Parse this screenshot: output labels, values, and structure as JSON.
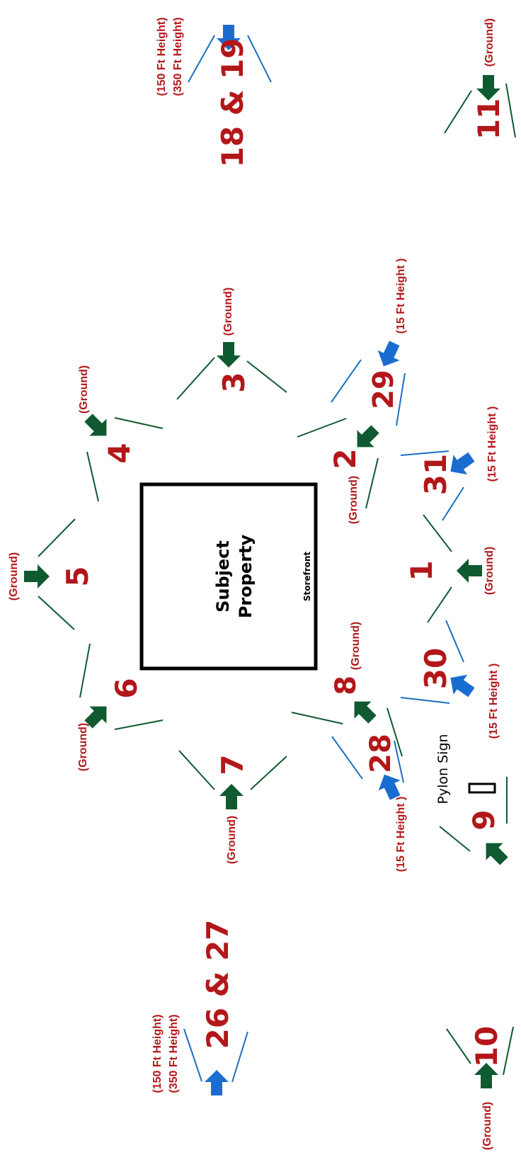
{
  "property": {
    "title_line1": "Subject",
    "title_line2": "Property",
    "storefront": "Storefront",
    "pylon": "Pylon Sign"
  },
  "ground": "(Ground)",
  "h15": "(15 Ft Height )",
  "h150": "(150 Ft Height)",
  "h350": "(350 Ft Height)",
  "views": {
    "v1": "1",
    "v2": "2",
    "v3": "3",
    "v4": "4",
    "v5": "5",
    "v6": "6",
    "v7": "7",
    "v8": "8",
    "v9": "9",
    "v10": "10",
    "v11": "11",
    "v1819": "18 & 19",
    "v2627": "26 & 27",
    "v28": "28",
    "v29": "29",
    "v30": "30",
    "v31": "31"
  },
  "colors": {
    "label_red": "#b3171a",
    "ground_arrow_green": "#0f5a30",
    "aerial_arrow_blue": "#1a6dd0"
  }
}
